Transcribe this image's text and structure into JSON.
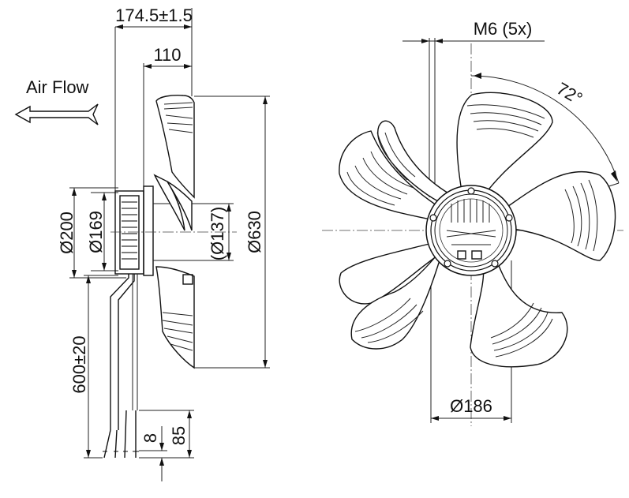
{
  "labels": {
    "overall_length": "174.5±1.5",
    "hub_length": "110",
    "air_flow": "Air Flow",
    "dia_200": "Ø200",
    "dia_169": "Ø169",
    "dia_137": "(Ø137)",
    "dia_630": "Ø630",
    "cable_length": "600±20",
    "strip_8": "8",
    "strip_85": "85",
    "thread": "M6 (5x)",
    "angle": "72°",
    "dia_186": "Ø186"
  }
}
